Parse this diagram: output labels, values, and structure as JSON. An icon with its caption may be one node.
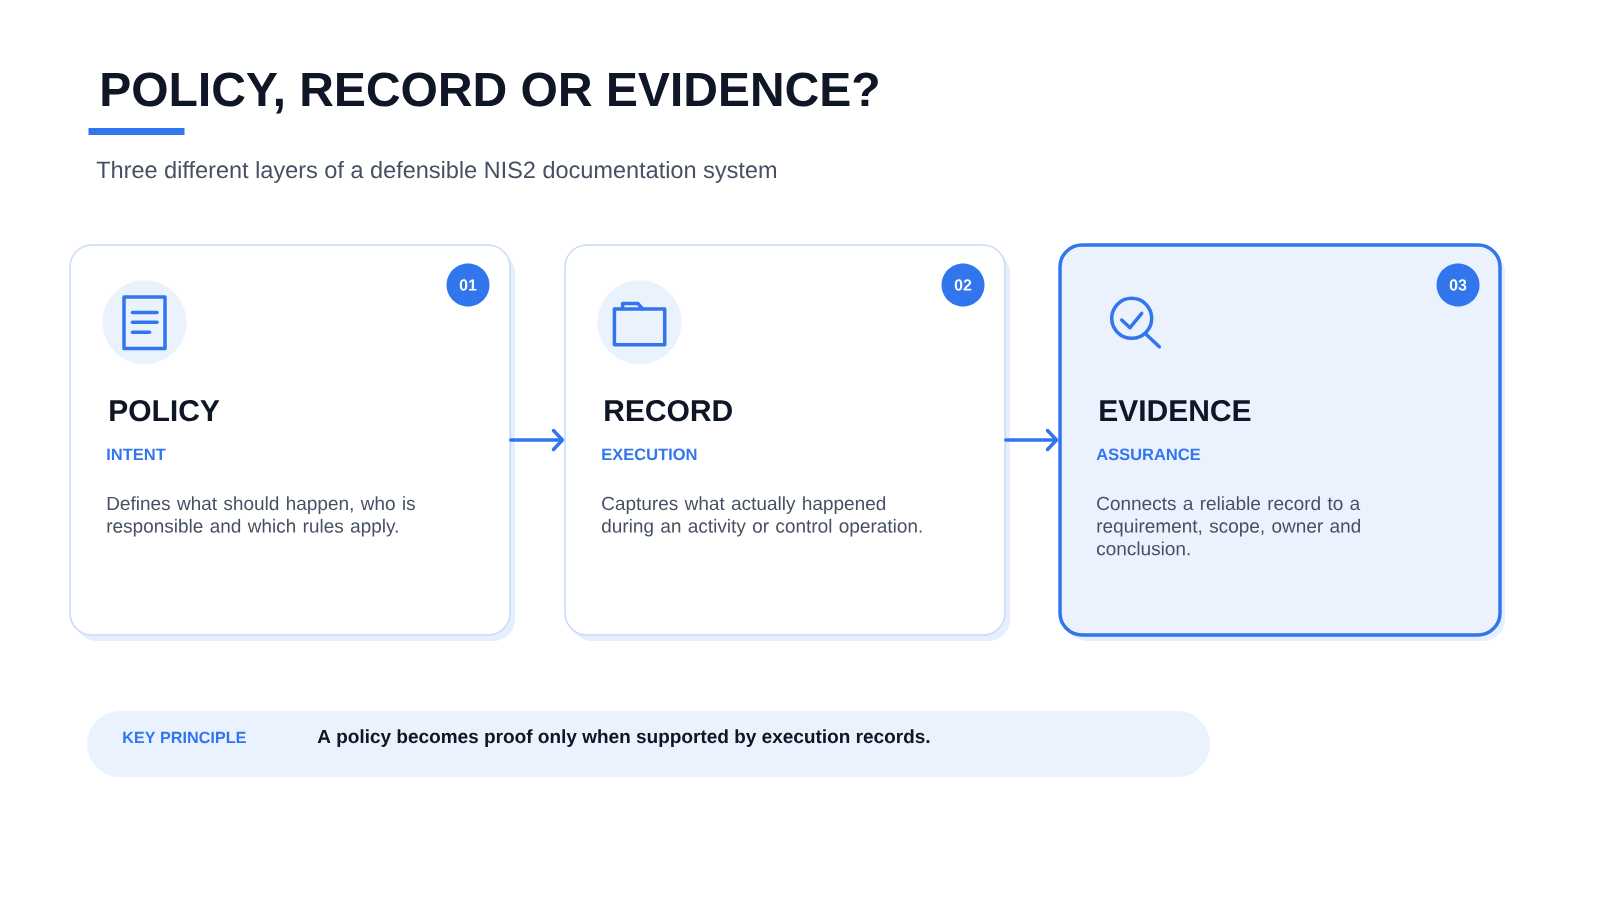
{
  "diagram": {
    "title": "POLICY, RECORD OR EVIDENCE?",
    "nodes": [
      {
        "text": [
          "POLICY",
          "INTENT",
          "Defines what should happen, who is responsible and which rules apply."
        ]
      },
      {
        "text": [
          "01"
        ],
        "in": 0
      },
      {
        "text": [
          "RECORD",
          "EXECUTION",
          "Captures what actually happened during an activity or control operation."
        ]
      },
      {
        "text": [
          "02"
        ],
        "in": 2
      },
      {
        "text": [
          "EVIDENCE",
          "ASSURANCE",
          "Connects a reliable record to a requirement, scope, owner and conclusion."
        ]
      },
      {
        "text": [
          "03"
        ],
        "in": 4
      },
      {
        "text": [
          "KEY PRINCIPLE",
          "A policy becomes proof only when supported by execution records."
        ]
      }
    ],
    "edges": [
      {
        "from": 0,
        "to": 2,
        "arrow": "to"
      },
      {
        "from": 2,
        "to": 4,
        "arrow": "to"
      }
    ],
    "labels": [
      "Three different layers of a defensible NIS2 documentation system"
    ]
  }
}
